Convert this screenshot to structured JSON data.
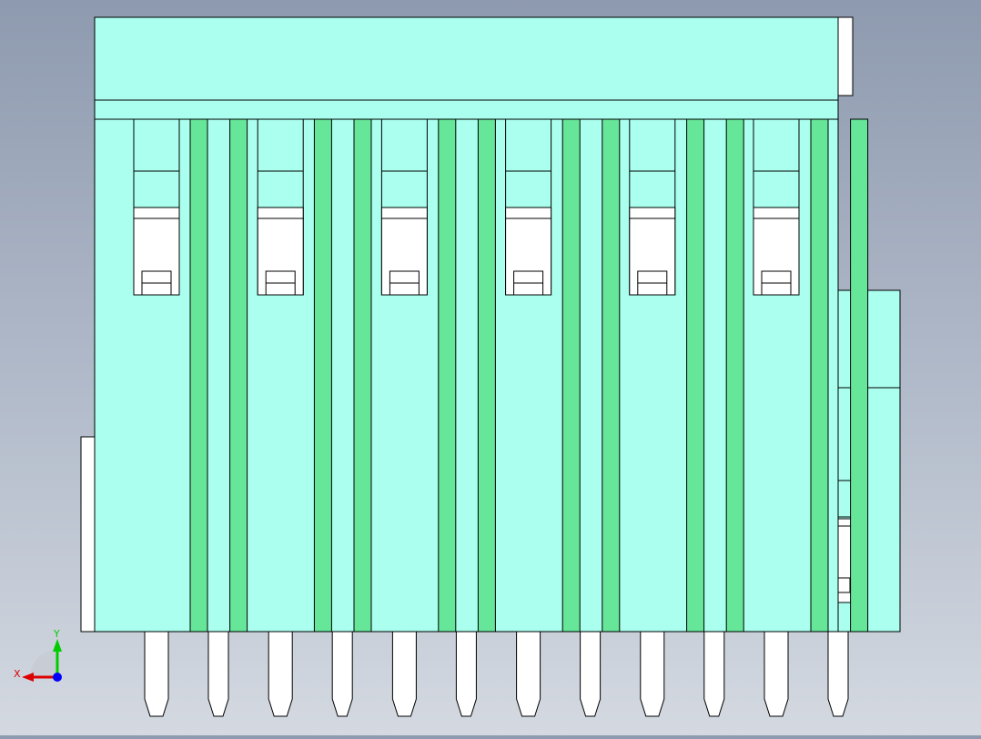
{
  "colors": {
    "body_fill": "#aaffee",
    "stripe_fill": "#66e699",
    "edge": "#000000",
    "pin_fill": "#ffffff",
    "white_fill": "#ffffff",
    "axis_x": "#dd0000",
    "axis_y": "#00cc00",
    "axis_z": "#0000ff"
  },
  "triad": {
    "x_label": "X",
    "y_label": "Y"
  },
  "connector": {
    "window_count": 6,
    "stripe_count": 12,
    "pin_count": 12
  }
}
